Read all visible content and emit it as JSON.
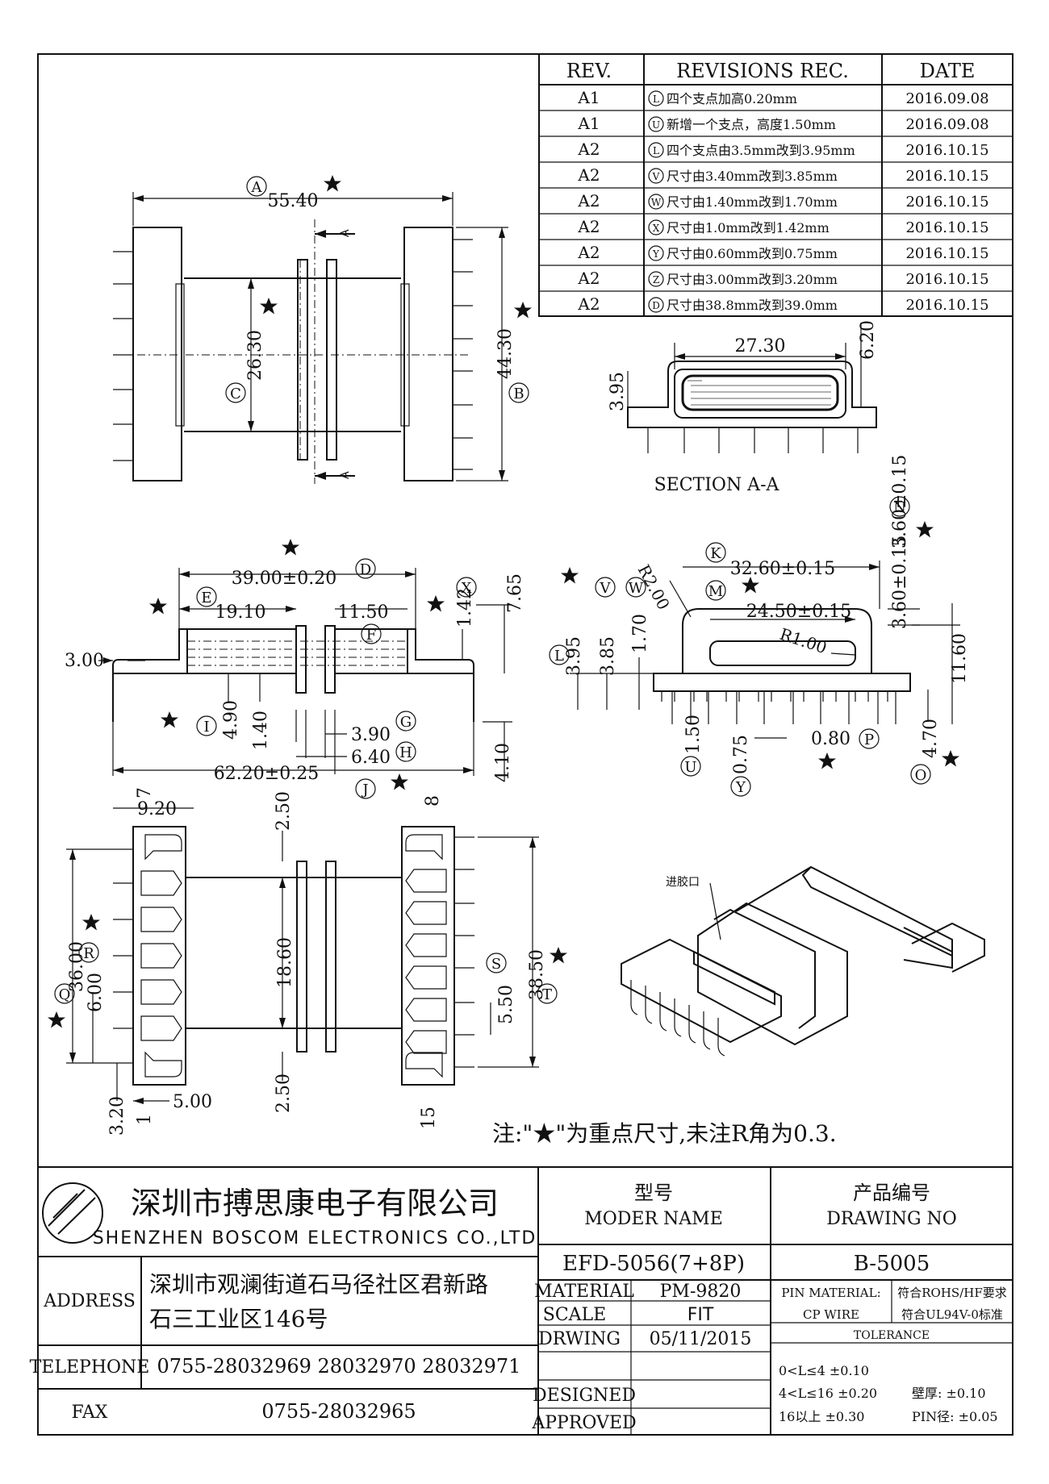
{
  "revisions": {
    "headers": [
      "REV.",
      "REVISIONS REC.",
      "DATE"
    ],
    "rows": [
      {
        "rev": "A1",
        "mark": "L",
        "text": "四个支点加高0.20mm",
        "date": "2016.09.08"
      },
      {
        "rev": "A1",
        "mark": "U",
        "text": "新增一个支点，高度1.50mm",
        "date": "2016.09.08"
      },
      {
        "rev": "A2",
        "mark": "L",
        "text": "四个支点由3.5mm改到3.95mm",
        "date": "2016.10.15"
      },
      {
        "rev": "A2",
        "mark": "V",
        "text": "尺寸由3.40mm改到3.85mm",
        "date": "2016.10.15"
      },
      {
        "rev": "A2",
        "mark": "W",
        "text": "尺寸由1.40mm改到1.70mm",
        "date": "2016.10.15"
      },
      {
        "rev": "A2",
        "mark": "X",
        "text": "尺寸由1.0mm改到1.42mm",
        "date": "2016.10.15"
      },
      {
        "rev": "A2",
        "mark": "Y",
        "text": "尺寸由0.60mm改到0.75mm",
        "date": "2016.10.15"
      },
      {
        "rev": "A2",
        "mark": "Z",
        "text": "尺寸由3.00mm改到3.20mm",
        "date": "2016.10.15"
      },
      {
        "rev": "A2",
        "mark": "D",
        "text": "尺寸由38.8mm改到39.0mm",
        "date": "2016.10.15"
      }
    ]
  },
  "top_view": {
    "A": "A",
    "dim_a": "55.40",
    "B": "B",
    "dim_b": "44.30",
    "C": "C",
    "dim_c": "26.30",
    "section_marker": "A"
  },
  "section": {
    "title": "SECTION A-A",
    "dim_width": "27.30",
    "dim_height": "3.95",
    "dim_wall": "6.20"
  },
  "front_view": {
    "D": "D",
    "dim_d": "39.00±0.20",
    "E": "E",
    "dim_e": "19.10",
    "F": "F",
    "dim_f": "11.50",
    "X": "X",
    "dim_x": "1.42",
    "dim_765": "7.65",
    "dim_300": "3.00",
    "I": "I",
    "dim_i": "4.90",
    "dim_140": "1.40",
    "G": "G",
    "dim_g": "3.90",
    "H": "H",
    "dim_h": "6.40",
    "dim_410": "4.10",
    "J": "J",
    "dim_j": "62.20±0.25"
  },
  "side_view": {
    "K": "K",
    "dim_k": "32.60±0.15",
    "M": "M",
    "dim_m": "24.50±0.15",
    "N": "N",
    "dim_n": "3.60±0.15",
    "r2": "R2.00",
    "r1": "R1.00",
    "L": "L",
    "dim_l": "3.95",
    "V": "V",
    "dim_v": "3.85",
    "W": "W",
    "dim_w": "1.70",
    "dim_1160": "11.60",
    "U": "U",
    "dim_u": "1.50",
    "Y": "Y",
    "dim_y": "0.75",
    "P": "P",
    "dim_p": "0.80",
    "O": "O",
    "dim_o": "4.70"
  },
  "bottom_view": {
    "pin7": "7",
    "pin8": "8",
    "pin1": "1",
    "pin15": "15",
    "dim_920": "9.20",
    "dim_250a": "2.50",
    "dim_250b": "2.50",
    "Q": "Q",
    "dim_q": "36.00",
    "R": "R",
    "dim_r": "6.00",
    "dim_1860": "18.60",
    "S": "S",
    "dim_s": "5.50",
    "T": "T",
    "dim_t": "38.50",
    "dim_320": "3.20",
    "dim_500": "5.00"
  },
  "iso_label": "进胶口",
  "note": "注:\"★\"为重点尺寸,未注R角为0.3.",
  "title_block": {
    "company_cn": "深圳市搏思康电子有限公司",
    "company_en": "SHENZHEN BOSCOM ELECTRONICS CO.,LTD",
    "model_label_cn": "型号",
    "model_label_en": "MODER NAME",
    "drawing_label_cn": "产品编号",
    "drawing_label_en": "DRAWING NO",
    "model_value": "EFD-5056(7+8P)",
    "drawing_value": "B-5005",
    "address_label": "ADDRESS",
    "address_line1": "深圳市观澜街道石马径社区君新路",
    "address_line2": "石三工业区146号",
    "telephone_label": "TELEPHONE",
    "telephone_value": "0755-28032969 28032970 28032971",
    "fax_label": "FAX",
    "fax_value": "0755-28032965",
    "material_label": "MATERIAL",
    "material_value": "PM-9820",
    "scale_label": "SCALE",
    "scale_value": "FIT",
    "drawing_date_label": "DRWING",
    "drawing_date_value": "05/11/2015",
    "designed_label": "DESIGNED",
    "approved_label": "APPROVED",
    "pin_material_label": "PIN MATERIAL:",
    "pin_material_value": "CP WIRE",
    "rohs": "符合ROHS/HF要求",
    "ul": "符合UL94V-0标准",
    "tolerance_label": "TOLERANCE",
    "tol1": "0<L≤4  ±0.10",
    "tol2": "4<L≤16 ±0.20",
    "tol3": "16以上    ±0.30",
    "wall": "壁厚:  ±0.10",
    "pin_dia": "PIN径: ±0.05"
  }
}
